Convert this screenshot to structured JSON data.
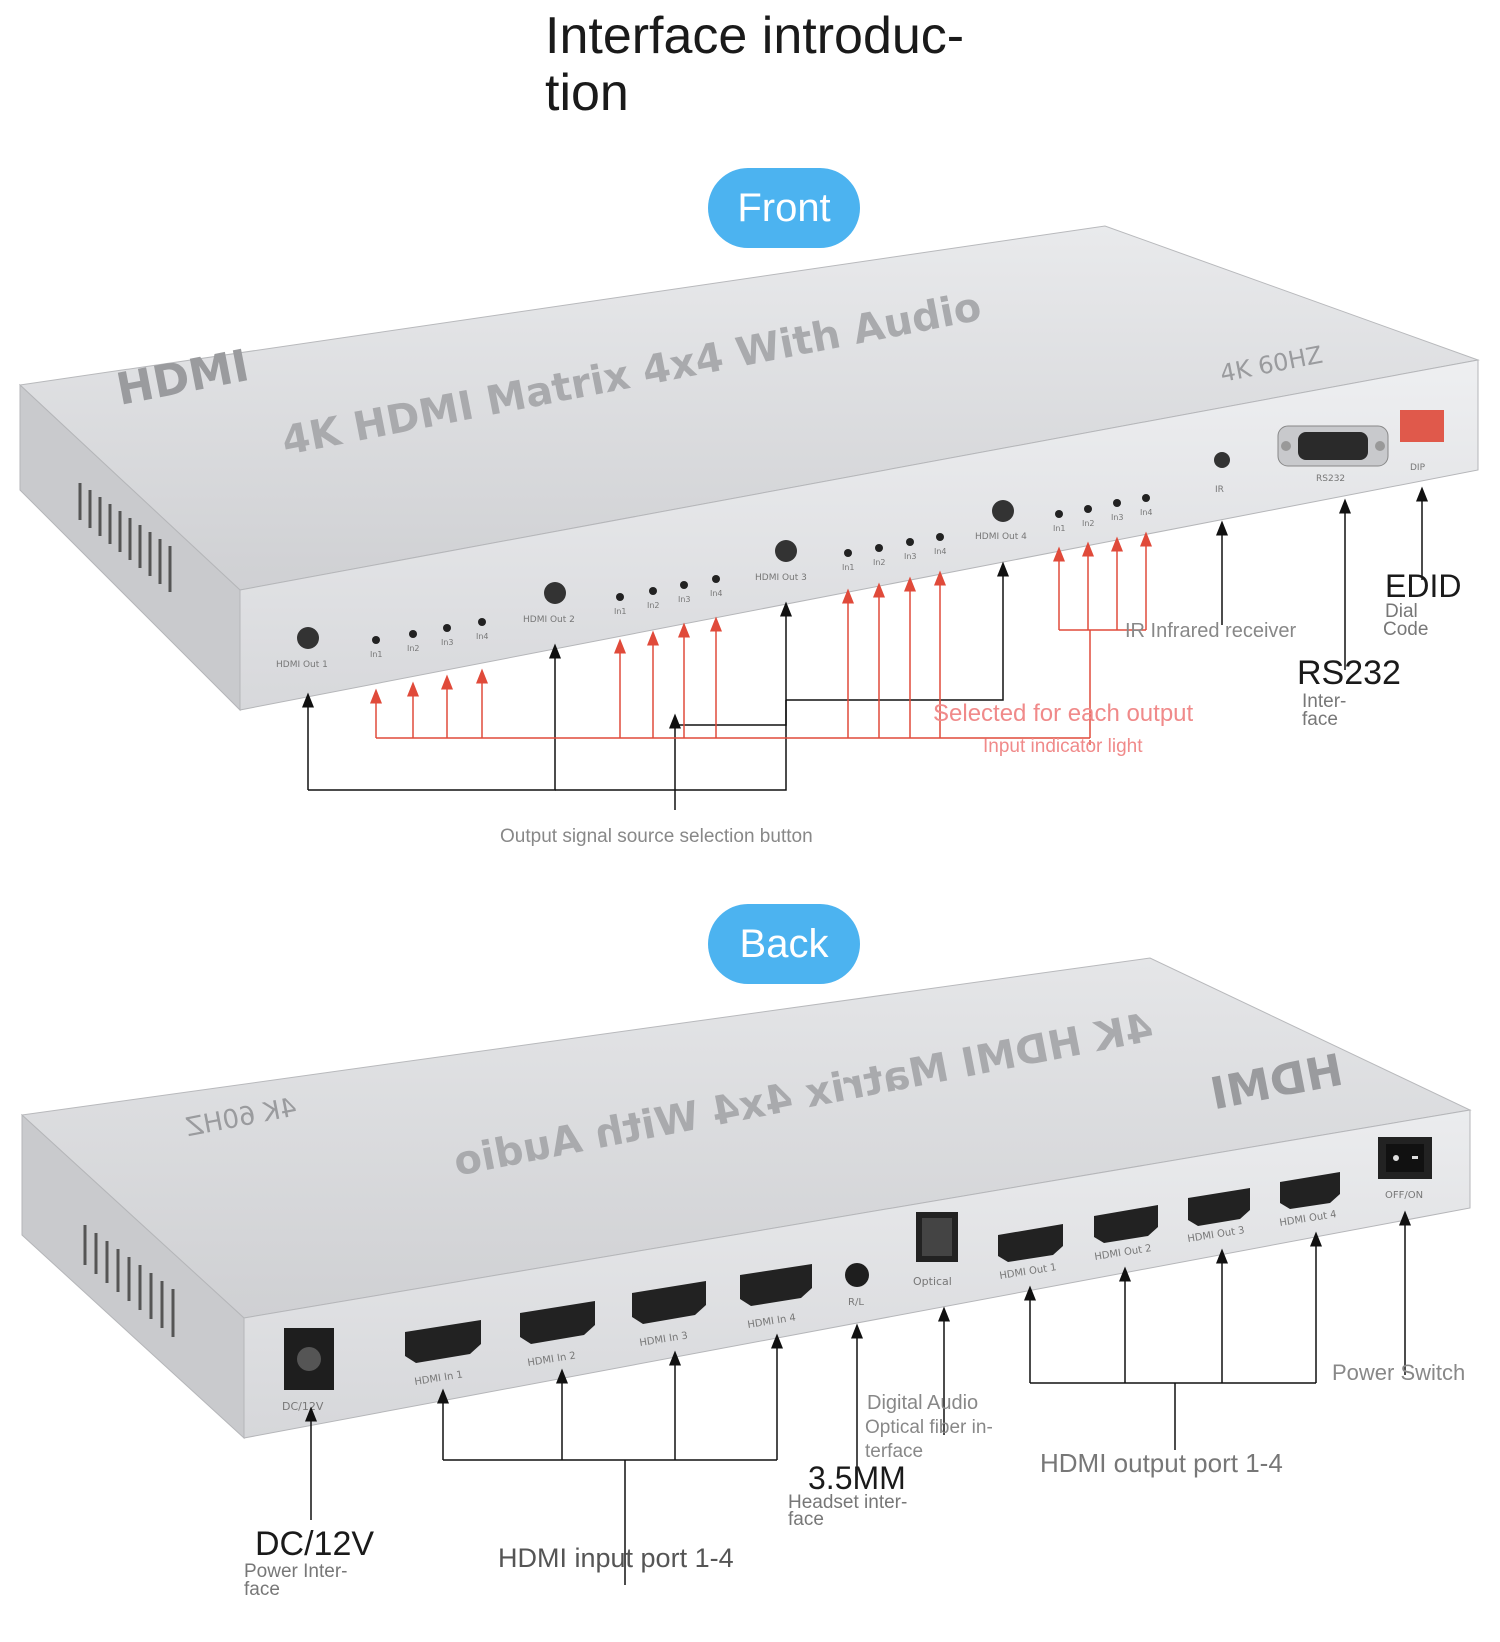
{
  "page": {
    "title": "Interface introduc-\ntion"
  },
  "front": {
    "badge": "Front",
    "device": {
      "top_text": "4K HDMI Matrix 4x4 With Audio",
      "logo": "HDMI",
      "spec": "4K 60HZ",
      "outputs": [
        "HDMI Out 1",
        "HDMI Out 2",
        "HDMI Out 3",
        "HDMI Out 4"
      ],
      "inputs": [
        "In1",
        "In2",
        "In3",
        "In4"
      ],
      "ir_label": "IR",
      "rs232_label": "RS232",
      "dip_label": "DIP"
    },
    "labels": {
      "ir": "IR Infrared receiver",
      "edid_main": "EDID",
      "edid_sub1": "Dial",
      "edid_sub2": "Code",
      "rs232_main": "RS232",
      "rs232_sub1": "Inter-",
      "rs232_sub2": "face",
      "selected": "Selected for each output",
      "indicator": "Input indicator light",
      "output_button": "Output signal source selection button"
    }
  },
  "back": {
    "badge": "Back",
    "device": {
      "top_text": "4K HDMI Matrix 4x4 With Audio",
      "logo": "HDMI",
      "spec": "4K 60HZ",
      "dc_label": "DC/12V",
      "inputs": [
        "HDMI In 1",
        "HDMI In 2",
        "HDMI In 3",
        "HDMI In 4"
      ],
      "rl_label": "R/L",
      "optical_label": "Optical",
      "outputs": [
        "HDMI Out 1",
        "HDMI Out 2",
        "HDMI Out 3",
        "HDMI Out 4"
      ],
      "switch_label": "OFF/ON"
    },
    "labels": {
      "dc_main": "DC/12V",
      "dc_sub1": "Power Inter-",
      "dc_sub2": "face",
      "hdmi_input": "HDMI input port 1-4",
      "jack_main": "3.5MM",
      "jack_sub1": "Headset inter-",
      "jack_sub2": "face",
      "optical_1": "Digital Audio",
      "optical_2": "Optical fiber in-",
      "optical_3": "terface",
      "hdmi_output": "HDMI output port 1-4",
      "power_switch": "Power Switch"
    }
  },
  "colors": {
    "badge": "#4cb3f0",
    "red_line": "#e04a3a",
    "label_red": "#f08a8a",
    "panel": "#d4d5d7",
    "panel_front": "#e4e5e7"
  }
}
